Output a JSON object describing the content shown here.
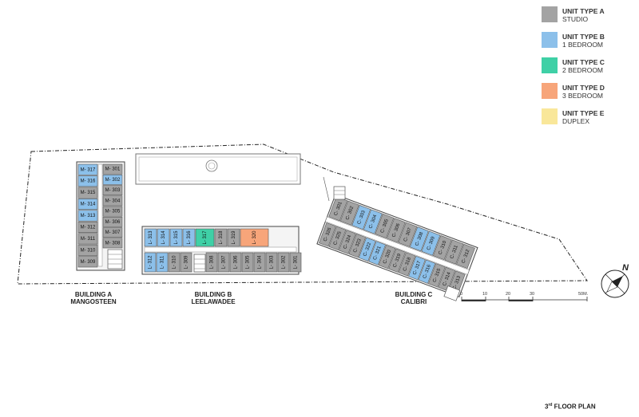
{
  "legend": [
    {
      "type": "UNIT TYPE A",
      "desc": "STUDIO",
      "color": "#a3a3a3"
    },
    {
      "type": "UNIT TYPE B",
      "desc": "1 BEDROOM",
      "color": "#8cc0ea"
    },
    {
      "type": "UNIT TYPE C",
      "desc": "2 BEDROOM",
      "color": "#3fd0a6"
    },
    {
      "type": "UNIT TYPE D",
      "desc": "3 BEDROOM",
      "color": "#f7a57a"
    },
    {
      "type": "UNIT TYPE E",
      "desc": "DUPLEX",
      "color": "#f9e79a"
    }
  ],
  "buildings": {
    "a": {
      "line1": "BUILDING A",
      "line2": "MANGOSTEEN"
    },
    "b": {
      "line1": "BUILDING B",
      "line2": "LEELAWADEE"
    },
    "c": {
      "line1": "BUILDING C",
      "line2": "CALIBRI"
    }
  },
  "floor": {
    "num": "3",
    "sup": "rd",
    "rest": " FLOOR PLAN"
  },
  "scale": {
    "ticks": [
      "0",
      "10",
      "20",
      "30",
      "50M."
    ]
  },
  "compass": {
    "label": "N"
  },
  "units_a_left": [
    {
      "label": "M- 317",
      "type": "B"
    },
    {
      "label": "M- 316",
      "type": "B"
    },
    {
      "label": "M- 315",
      "type": "A"
    },
    {
      "label": "M- 314",
      "type": "B"
    },
    {
      "label": "M- 313",
      "type": "B"
    },
    {
      "label": "M- 312",
      "type": "A"
    },
    {
      "label": "M- 311",
      "type": "A"
    },
    {
      "label": "M- 310",
      "type": "A"
    },
    {
      "label": "M- 309",
      "type": "A"
    }
  ],
  "units_a_right": [
    {
      "label": "M- 301",
      "type": "A"
    },
    {
      "label": "M- 302",
      "type": "B"
    },
    {
      "label": "M- 303",
      "type": "A"
    },
    {
      "label": "M- 304",
      "type": "A"
    },
    {
      "label": "M- 305",
      "type": "A"
    },
    {
      "label": "M- 306",
      "type": "A"
    },
    {
      "label": "M- 307",
      "type": "A"
    },
    {
      "label": "M- 308",
      "type": "A"
    }
  ],
  "units_b_top": [
    {
      "label": "L- 313",
      "type": "B"
    },
    {
      "label": "L- 314",
      "type": "B"
    },
    {
      "label": "L- 315",
      "type": "B"
    },
    {
      "label": "L- 316",
      "type": "B"
    },
    {
      "label": "L- 317",
      "type": "C"
    },
    {
      "label": "L- 318",
      "type": "A"
    },
    {
      "label": "L- 319",
      "type": "A"
    },
    {
      "label": "L- 320",
      "type": "D"
    }
  ],
  "units_b_bottom": [
    {
      "label": "L- 312",
      "type": "B"
    },
    {
      "label": "L- 311",
      "type": "B"
    },
    {
      "label": "L- 310",
      "type": "A"
    },
    {
      "label": "L- 309",
      "type": "A"
    },
    {
      "label": "L- 308",
      "type": "A"
    },
    {
      "label": "L- 307",
      "type": "A"
    },
    {
      "label": "L- 306",
      "type": "A"
    },
    {
      "label": "L- 305",
      "type": "A"
    },
    {
      "label": "L- 304",
      "type": "A"
    },
    {
      "label": "L- 303",
      "type": "A"
    },
    {
      "label": "L- 302",
      "type": "A"
    },
    {
      "label": "L- 301",
      "type": "A"
    }
  ],
  "units_c_top": [
    {
      "label": "C- 301",
      "type": "A"
    },
    {
      "label": "C- 302",
      "type": "A"
    },
    {
      "label": "C- 303",
      "type": "B"
    },
    {
      "label": "C- 304",
      "type": "B"
    },
    {
      "label": "C- 305",
      "type": "A"
    },
    {
      "label": "C- 306",
      "type": "A"
    },
    {
      "label": "C- 307",
      "type": "A"
    },
    {
      "label": "C- 308",
      "type": "B"
    },
    {
      "label": "C- 309",
      "type": "B"
    },
    {
      "label": "C- 310",
      "type": "A"
    },
    {
      "label": "C- 311",
      "type": "A"
    },
    {
      "label": "C- 312",
      "type": "A"
    }
  ],
  "units_c_bottom": [
    {
      "label": "C- 326",
      "type": "A"
    },
    {
      "label": "C- 325",
      "type": "A"
    },
    {
      "label": "C- 324",
      "type": "A"
    },
    {
      "label": "C- 323",
      "type": "A"
    },
    {
      "label": "C- 322",
      "type": "B"
    },
    {
      "label": "C- 321",
      "type": "B"
    },
    {
      "label": "C- 320",
      "type": "A"
    },
    {
      "label": "C- 319",
      "type": "A"
    },
    {
      "label": "C- 318",
      "type": "A"
    },
    {
      "label": "C- 317",
      "type": "B"
    },
    {
      "label": "C- 316",
      "type": "B"
    },
    {
      "label": "C- 315",
      "type": "A"
    },
    {
      "label": "C- 314",
      "type": "A"
    },
    {
      "label": "C- 313",
      "type": "A"
    }
  ]
}
